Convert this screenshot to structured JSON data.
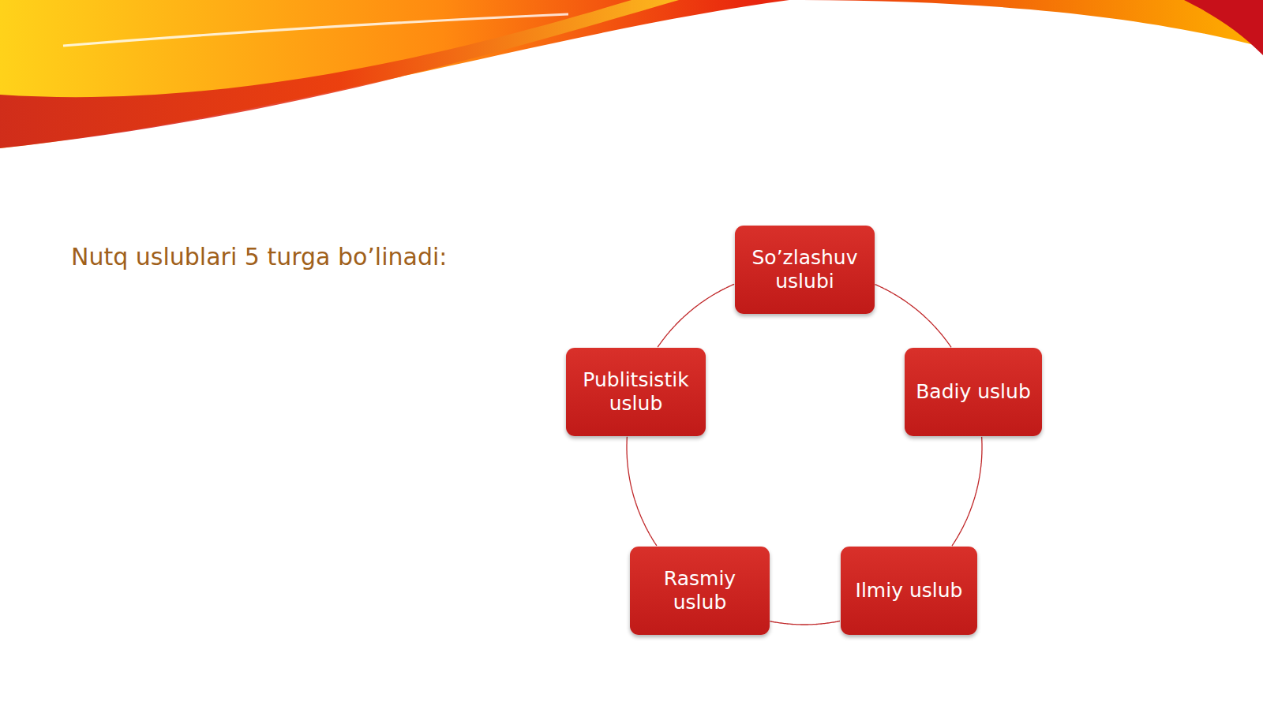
{
  "diagram": {
    "title": "Nutq uslublari 5 turga bo’linadi:",
    "nodes": [
      {
        "text": [
          "So’zlashuv uslubi"
        ]
      },
      {
        "text": [
          "Badiy uslub"
        ]
      },
      {
        "text": [
          "Ilmiy uslub"
        ]
      },
      {
        "text": [
          "Rasmiy uslub"
        ]
      },
      {
        "text": [
          "Publitsistik uslub"
        ]
      }
    ],
    "edges": [
      {
        "from": 0,
        "to": 1,
        "arrow": "none"
      },
      {
        "from": 1,
        "to": 2,
        "arrow": "none"
      },
      {
        "from": 2,
        "to": 3,
        "arrow": "none"
      },
      {
        "from": 3,
        "to": 4,
        "arrow": "none"
      },
      {
        "from": 4,
        "to": 0,
        "arrow": "none"
      }
    ]
  }
}
